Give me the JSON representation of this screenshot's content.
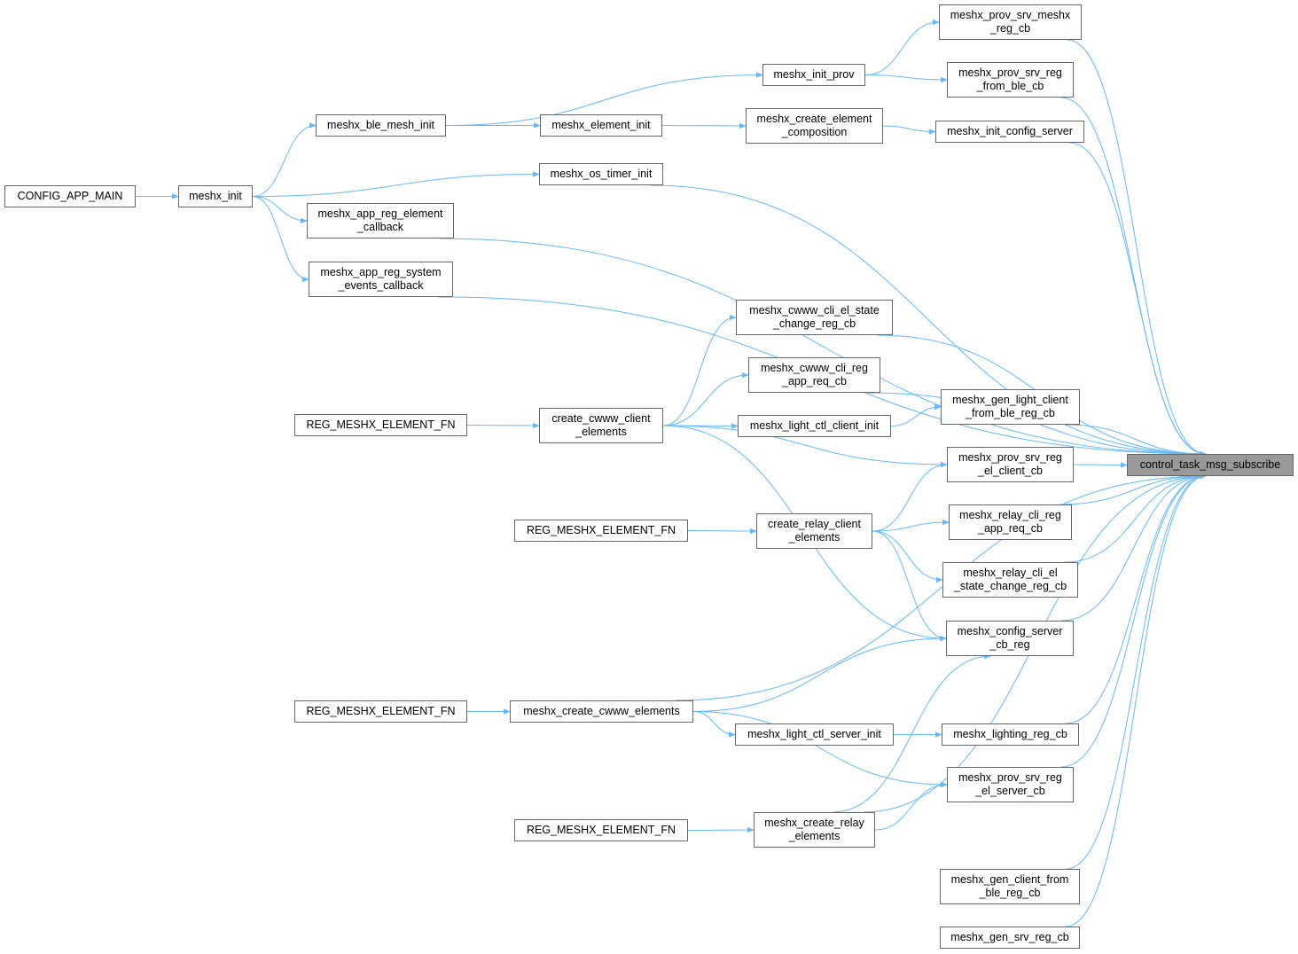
{
  "graph": {
    "accent_color": "#63b8ff",
    "target": "control_task_msg_subscribe",
    "nodes": [
      {
        "id": "target",
        "label": "control_task_msg_subscribe"
      },
      {
        "id": "app_main",
        "label": "CONFIG_APP_MAIN"
      },
      {
        "id": "meshx_init",
        "label": "meshx_init"
      },
      {
        "id": "ble_mesh_init",
        "label": "meshx_ble_mesh_init"
      },
      {
        "id": "element_init",
        "label": "meshx_element_init"
      },
      {
        "id": "init_prov",
        "label": "meshx_init_prov"
      },
      {
        "id": "create_elem_comp",
        "label": "meshx_create_element\n_composition"
      },
      {
        "id": "os_timer_init",
        "label": "meshx_os_timer_init"
      },
      {
        "id": "app_reg_elem_cb",
        "label": "meshx_app_reg_element\n_callback"
      },
      {
        "id": "app_reg_sys_cb",
        "label": "meshx_app_reg_system\n_events_callback"
      },
      {
        "id": "prov_srv_meshx_reg_cb",
        "label": "meshx_prov_srv_meshx\n_reg_cb"
      },
      {
        "id": "prov_srv_reg_from_ble_cb",
        "label": "meshx_prov_srv_reg\n_from_ble_cb"
      },
      {
        "id": "init_config_server",
        "label": "meshx_init_config_server"
      },
      {
        "id": "cwww_cli_el_state",
        "label": "meshx_cwww_cli_el_state\n_change_reg_cb"
      },
      {
        "id": "cwww_cli_reg_app",
        "label": "meshx_cwww_cli_reg\n_app_req_cb"
      },
      {
        "id": "reg1",
        "label": "REG_MESHX_ELEMENT_FN"
      },
      {
        "id": "create_cwww_client",
        "label": "create_cwww_client\n_elements"
      },
      {
        "id": "light_ctl_client_init",
        "label": "meshx_light_ctl_client_init"
      },
      {
        "id": "gen_light_client",
        "label": "meshx_gen_light_client\n_from_ble_reg_cb"
      },
      {
        "id": "prov_srv_el_client",
        "label": "meshx_prov_srv_reg\n_el_client_cb"
      },
      {
        "id": "reg2",
        "label": "REG_MESHX_ELEMENT_FN"
      },
      {
        "id": "create_relay_client",
        "label": "create_relay_client\n_elements"
      },
      {
        "id": "relay_cli_reg_app",
        "label": "meshx_relay_cli_reg\n_app_req_cb"
      },
      {
        "id": "relay_cli_el_state",
        "label": "meshx_relay_cli_el\n_state_change_reg_cb"
      },
      {
        "id": "config_server_cb_reg",
        "label": "meshx_config_server\n_cb_reg"
      },
      {
        "id": "reg3",
        "label": "REG_MESHX_ELEMENT_FN"
      },
      {
        "id": "create_cwww_elements",
        "label": "meshx_create_cwww_elements"
      },
      {
        "id": "light_ctl_server_init",
        "label": "meshx_light_ctl_server_init"
      },
      {
        "id": "lighting_reg_cb",
        "label": "meshx_lighting_reg_cb"
      },
      {
        "id": "prov_srv_el_server",
        "label": "meshx_prov_srv_reg\n_el_server_cb"
      },
      {
        "id": "reg4",
        "label": "REG_MESHX_ELEMENT_FN"
      },
      {
        "id": "create_relay_elements",
        "label": "meshx_create_relay\n_elements"
      },
      {
        "id": "gen_client_from_ble",
        "label": "meshx_gen_client_from\n_ble_reg_cb"
      },
      {
        "id": "gen_srv_reg_cb",
        "label": "meshx_gen_srv_reg_cb"
      }
    ],
    "edges": [
      [
        "app_main",
        "meshx_init"
      ],
      [
        "meshx_init",
        "ble_mesh_init"
      ],
      [
        "meshx_init",
        "os_timer_init"
      ],
      [
        "meshx_init",
        "app_reg_elem_cb"
      ],
      [
        "meshx_init",
        "app_reg_sys_cb"
      ],
      [
        "ble_mesh_init",
        "init_prov"
      ],
      [
        "ble_mesh_init",
        "element_init"
      ],
      [
        "element_init",
        "create_elem_comp"
      ],
      [
        "init_prov",
        "prov_srv_meshx_reg_cb"
      ],
      [
        "init_prov",
        "prov_srv_reg_from_ble_cb"
      ],
      [
        "create_elem_comp",
        "init_config_server"
      ],
      [
        "reg1",
        "create_cwww_client"
      ],
      [
        "create_cwww_client",
        "cwww_cli_el_state"
      ],
      [
        "create_cwww_client",
        "cwww_cli_reg_app"
      ],
      [
        "create_cwww_client",
        "light_ctl_client_init"
      ],
      [
        "create_cwww_client",
        "prov_srv_el_client"
      ],
      [
        "create_cwww_client",
        "config_server_cb_reg"
      ],
      [
        "light_ctl_client_init",
        "gen_light_client"
      ],
      [
        "reg2",
        "create_relay_client"
      ],
      [
        "create_relay_client",
        "prov_srv_el_client"
      ],
      [
        "create_relay_client",
        "relay_cli_reg_app"
      ],
      [
        "create_relay_client",
        "relay_cli_el_state"
      ],
      [
        "create_relay_client",
        "config_server_cb_reg"
      ],
      [
        "reg3",
        "create_cwww_elements"
      ],
      [
        "create_cwww_elements",
        "config_server_cb_reg"
      ],
      [
        "create_cwww_elements",
        "light_ctl_server_init"
      ],
      [
        "create_cwww_elements",
        "prov_srv_el_server"
      ],
      [
        "light_ctl_server_init",
        "lighting_reg_cb"
      ],
      [
        "reg4",
        "create_relay_elements"
      ],
      [
        "create_relay_elements",
        "config_server_cb_reg"
      ],
      [
        "create_relay_elements",
        "prov_srv_el_server"
      ],
      [
        "prov_srv_meshx_reg_cb",
        "target"
      ],
      [
        "prov_srv_reg_from_ble_cb",
        "target"
      ],
      [
        "init_config_server",
        "target"
      ],
      [
        "os_timer_init",
        "target"
      ],
      [
        "app_reg_elem_cb",
        "target"
      ],
      [
        "app_reg_sys_cb",
        "target"
      ],
      [
        "cwww_cli_el_state",
        "target"
      ],
      [
        "cwww_cli_reg_app",
        "target"
      ],
      [
        "gen_light_client",
        "target"
      ],
      [
        "prov_srv_el_client",
        "target"
      ],
      [
        "relay_cli_reg_app",
        "target"
      ],
      [
        "relay_cli_el_state",
        "target"
      ],
      [
        "config_server_cb_reg",
        "target"
      ],
      [
        "create_cwww_elements",
        "target"
      ],
      [
        "lighting_reg_cb",
        "target"
      ],
      [
        "prov_srv_el_server",
        "target"
      ],
      [
        "create_relay_elements",
        "target"
      ],
      [
        "gen_client_from_ble",
        "target"
      ],
      [
        "gen_srv_reg_cb",
        "target"
      ]
    ]
  }
}
